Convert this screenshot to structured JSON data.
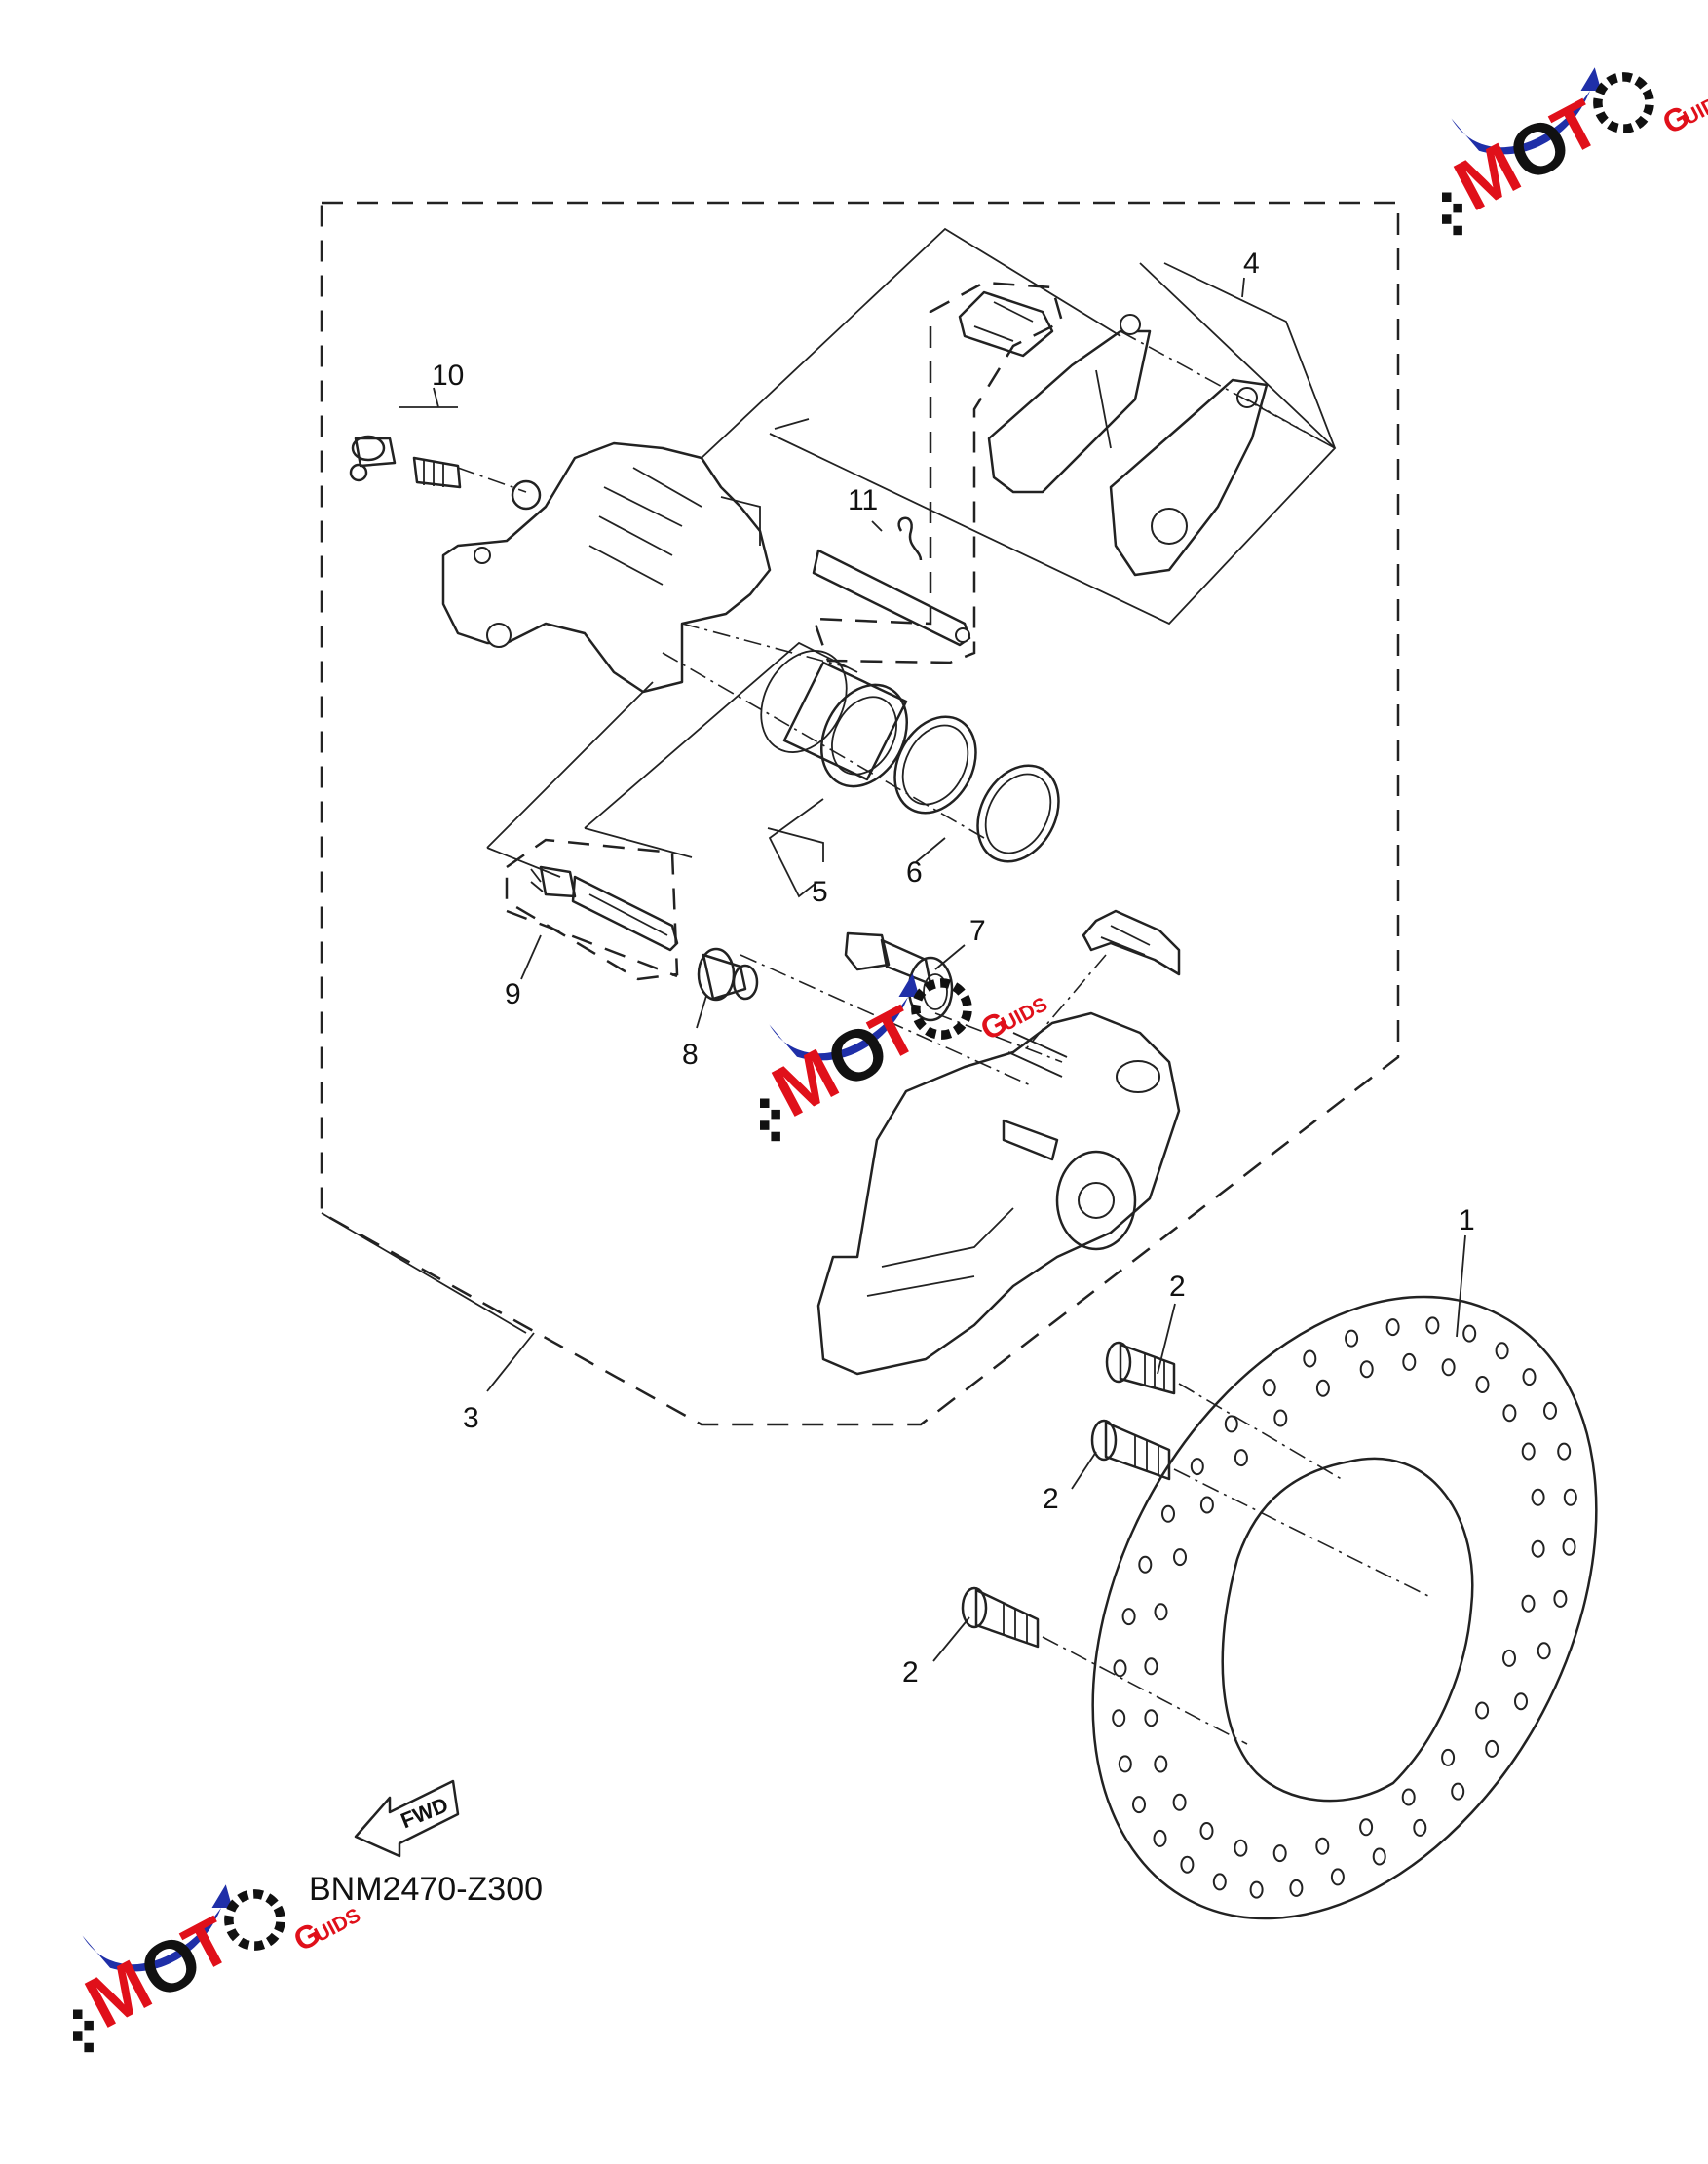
{
  "diagram": {
    "part_code": "BNM2470-Z300",
    "fwd_label": "FWD",
    "callouts": [
      {
        "id": "c1",
        "text": "1"
      },
      {
        "id": "c2a",
        "text": "2"
      },
      {
        "id": "c2b",
        "text": "2"
      },
      {
        "id": "c2c",
        "text": "2"
      },
      {
        "id": "c3",
        "text": "3"
      },
      {
        "id": "c4",
        "text": "4"
      },
      {
        "id": "c5",
        "text": "5"
      },
      {
        "id": "c6",
        "text": "6"
      },
      {
        "id": "c7",
        "text": "7"
      },
      {
        "id": "c8",
        "text": "8"
      },
      {
        "id": "c9",
        "text": "9"
      },
      {
        "id": "c10",
        "text": "10"
      },
      {
        "id": "c11",
        "text": "11"
      }
    ]
  },
  "watermark": {
    "text_m": "M",
    "text_o1": "O",
    "text_t": "T",
    "text_o2": "O",
    "text_suffix": "UIDS",
    "colors": {
      "swoosh": "#1f2fa8",
      "letters_red": "#e0101a",
      "letters_dark": "#111111"
    }
  }
}
